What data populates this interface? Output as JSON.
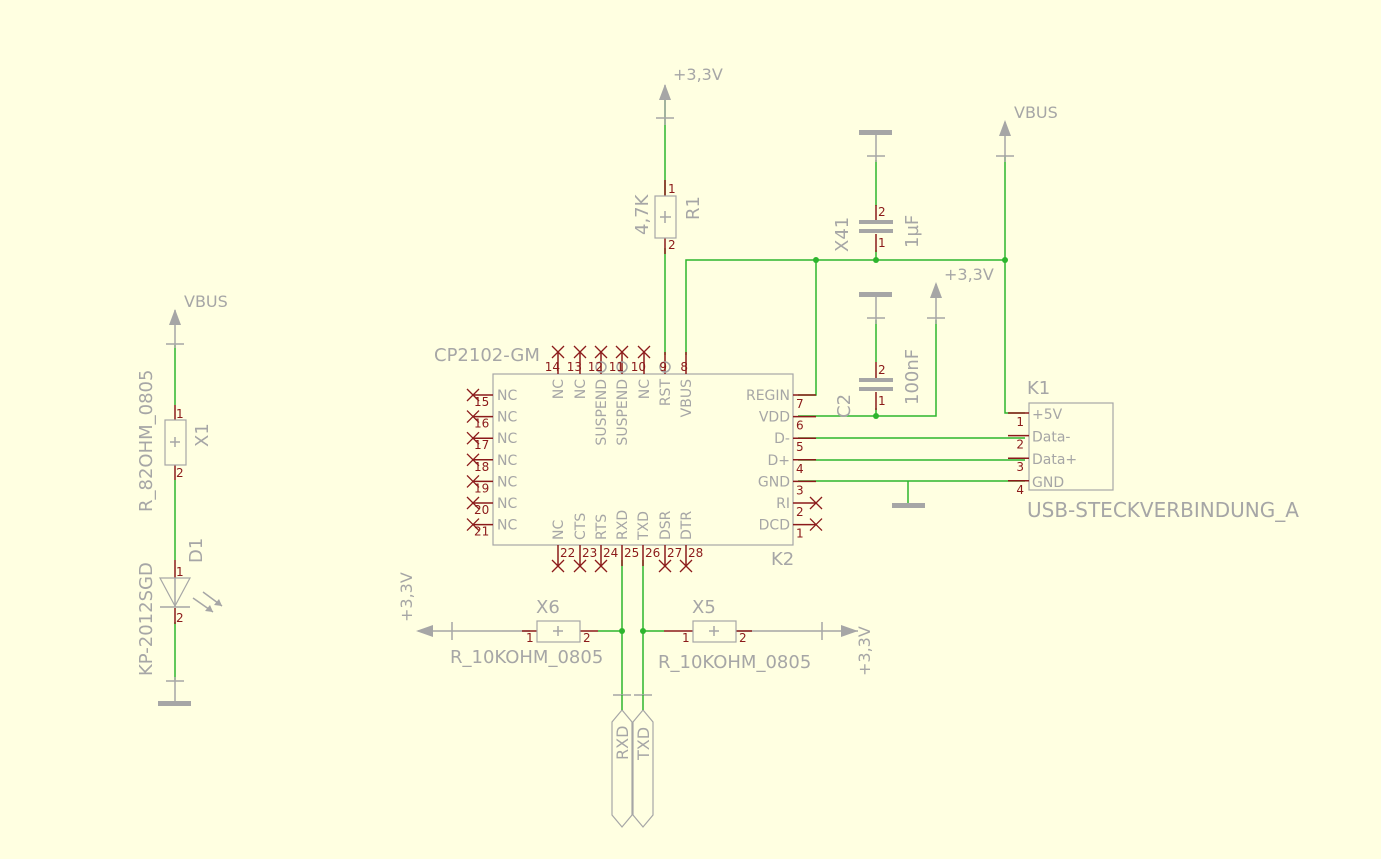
{
  "colors": {
    "background": "#ffffe1",
    "wire": "#2db52d",
    "pin": "#8b1a1a",
    "symbol": "#a6a6a6"
  },
  "ic": {
    "name": "CP2102-GM",
    "ref": "K2",
    "left_pins": [
      {
        "num": "15",
        "name": "NC"
      },
      {
        "num": "16",
        "name": "NC"
      },
      {
        "num": "17",
        "name": "NC"
      },
      {
        "num": "18",
        "name": "NC"
      },
      {
        "num": "19",
        "name": "NC"
      },
      {
        "num": "20",
        "name": "NC"
      },
      {
        "num": "21",
        "name": "NC"
      }
    ],
    "right_pins": [
      {
        "num": "7",
        "name": "REGIN"
      },
      {
        "num": "6",
        "name": "VDD"
      },
      {
        "num": "5",
        "name": "D-"
      },
      {
        "num": "4",
        "name": "D+"
      },
      {
        "num": "3",
        "name": "GND"
      },
      {
        "num": "2",
        "name": "RI"
      },
      {
        "num": "1",
        "name": "DCD"
      }
    ],
    "top_pins": [
      {
        "num": "14",
        "name": "NC"
      },
      {
        "num": "13",
        "name": "NC"
      },
      {
        "num": "12",
        "name": "SUSPEND"
      },
      {
        "num": "11",
        "name": "SUSPEND"
      },
      {
        "num": "10",
        "name": "NC"
      },
      {
        "num": "9",
        "name": "RST"
      },
      {
        "num": "8",
        "name": "VBUS"
      }
    ],
    "bottom_pins": [
      {
        "num": "22",
        "name": "NC"
      },
      {
        "num": "23",
        "name": "CTS"
      },
      {
        "num": "24",
        "name": "RTS"
      },
      {
        "num": "25",
        "name": "RXD"
      },
      {
        "num": "26",
        "name": "TXD"
      },
      {
        "num": "27",
        "name": "DSR"
      },
      {
        "num": "28",
        "name": "DTR"
      }
    ]
  },
  "connector": {
    "ref": "K1",
    "name": "USB-STECKVERBINDUNG_A",
    "pins": [
      {
        "num": "1",
        "name": "+5V"
      },
      {
        "num": "2",
        "name": "Data-"
      },
      {
        "num": "3",
        "name": "Data+"
      },
      {
        "num": "4",
        "name": "GND"
      }
    ]
  },
  "r1": {
    "ref": "R1",
    "value": "4,7K",
    "pin1": "1",
    "pin2": "2"
  },
  "x41": {
    "ref": "X41",
    "value": "1µF",
    "pin1": "1",
    "pin2": "2"
  },
  "c2": {
    "ref": "C2",
    "value": "100nF",
    "pin1": "1",
    "pin2": "2"
  },
  "x1": {
    "ref": "X1",
    "value": "R_82OHM_0805",
    "pin1": "1",
    "pin2": "2"
  },
  "d1": {
    "ref": "D1",
    "value": "KP-2012SGD",
    "pin1": "1",
    "pin2": "2"
  },
  "x6": {
    "ref": "X6",
    "value": "R_10KOHM_0805",
    "pin1": "1",
    "pin2": "2"
  },
  "x5": {
    "ref": "X5",
    "value": "R_10KOHM_0805",
    "pin1": "1",
    "pin2": "2"
  },
  "supplies": {
    "v33_top": "+3,3V",
    "vbus_right": "VBUS",
    "v33_c2": "+3,3V",
    "vbus_left": "VBUS",
    "v33_x6": "+3,3V",
    "v33_x5": "+3,3V"
  },
  "ports": {
    "rxd": "RXD",
    "txd": "TXD"
  }
}
